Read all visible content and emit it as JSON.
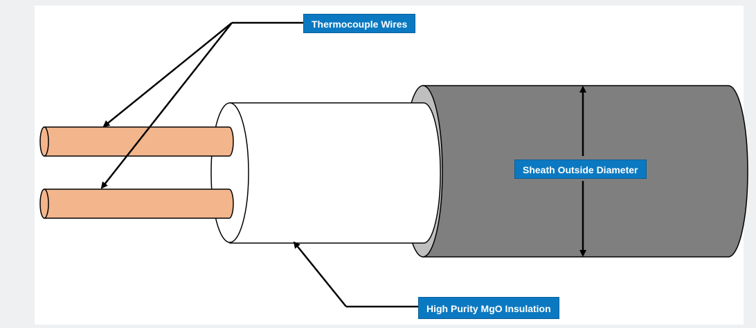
{
  "labels": {
    "thermocouple_wires": "Thermocouple Wires",
    "sheath_outside_diameter": "Sheath Outside Diameter",
    "mgo_insulation": "High Purity MgO Insulation"
  },
  "colors": {
    "wire_fill": "#f3b58c",
    "insulation_fill": "#ffffff",
    "sheath_fill": "#7f7f7f",
    "sheath_rim": "#bfbfbf",
    "callout_fill": "#0b79c1",
    "outline": "#000000"
  }
}
